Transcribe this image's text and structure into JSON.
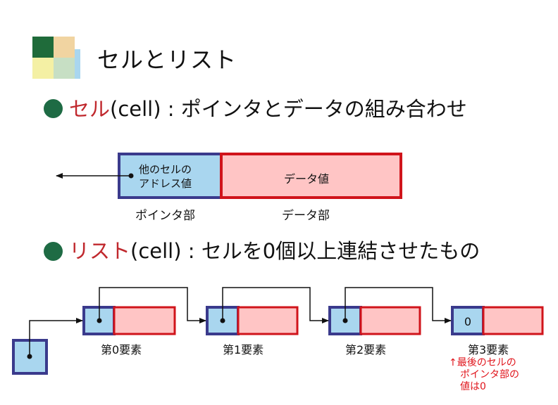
{
  "title": "セルとリスト",
  "cell_heading": {
    "term": "セル",
    "rest": "(cell) : ポインタとデータの組み合わせ"
  },
  "cell_diagram": {
    "pointer_text_line1": "他のセルの",
    "pointer_text_line2": "アドレス値",
    "data_text": "データ値",
    "pointer_caption": "ポインタ部",
    "data_caption": "データ部"
  },
  "list_heading": {
    "term": "リスト",
    "rest": "(cell) : セルを0個以上連結させたもの"
  },
  "list_diagram": {
    "elements": [
      {
        "label": "第0要素"
      },
      {
        "label": "第1要素"
      },
      {
        "label": "第2要素"
      },
      {
        "label": "第3要素",
        "pointer_value": "0"
      }
    ],
    "note_lines": [
      "↑最後のセルの",
      "ポインタ部の",
      "値は0"
    ]
  },
  "colors": {
    "pointer_fill": "#a9d6ef",
    "pointer_border": "#3a3a8c",
    "data_fill": "#ffc5c5",
    "data_border": "#d0141b",
    "bullet": "#1e6b44",
    "accent_red": "#c0282d"
  }
}
